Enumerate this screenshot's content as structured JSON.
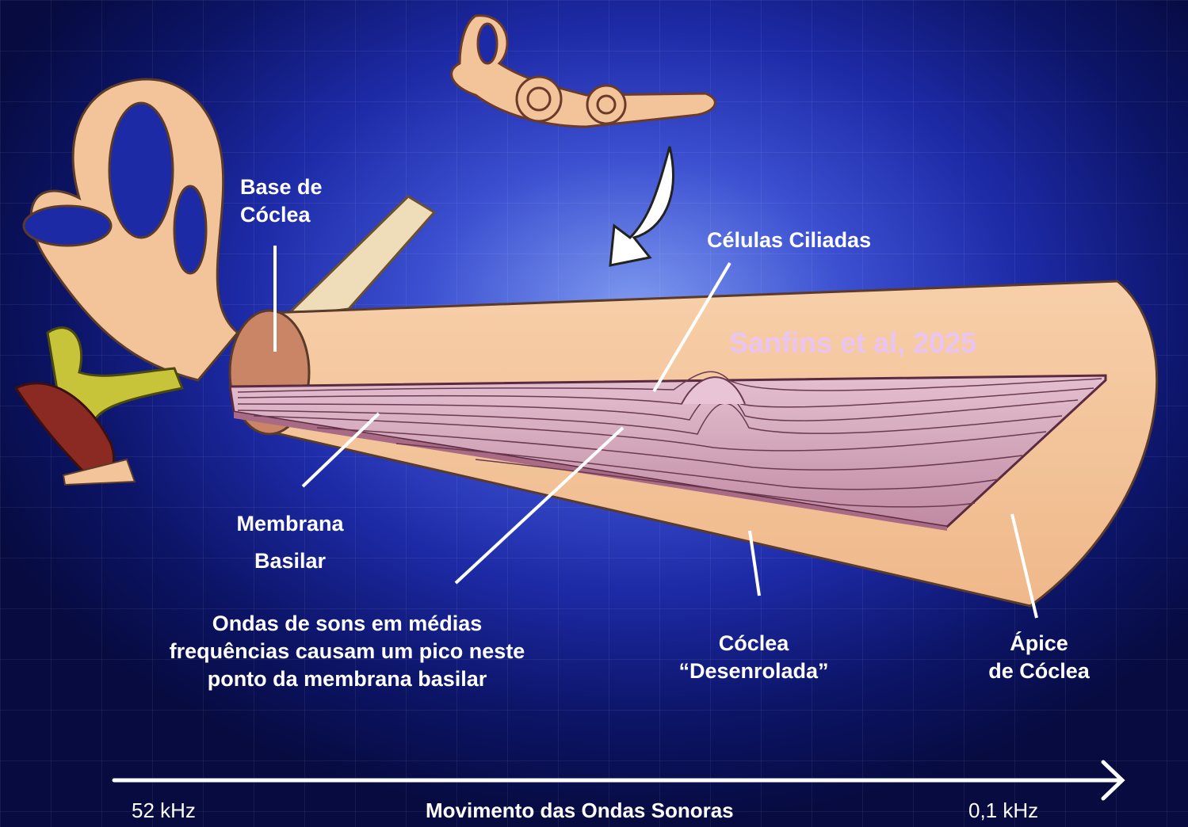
{
  "labels": {
    "base": [
      "Base de",
      "Cóclea"
    ],
    "hair_cells": "Células Ciliadas",
    "credit": "Sanfins et al, 2025",
    "membrane": [
      "Membrana",
      "Basilar"
    ],
    "waves": [
      "Ondas de sons em médias",
      "frequências causam um pico neste",
      "ponto da membrana basilar"
    ],
    "uncoiled": [
      "Cóclea",
      "“Desenrolada”"
    ],
    "apex": [
      "Ápice",
      "de Cóclea"
    ]
  },
  "axis": {
    "left": "52 kHz",
    "title": "Movimento das Ondas Sonoras",
    "right": "0,1 kHz"
  },
  "colors": {
    "background": "#1d2aa6",
    "tissue": "#f5c49a",
    "membrane": "#d9a6b8",
    "ossicles": "#c8c43a",
    "line": "#ffffff"
  }
}
